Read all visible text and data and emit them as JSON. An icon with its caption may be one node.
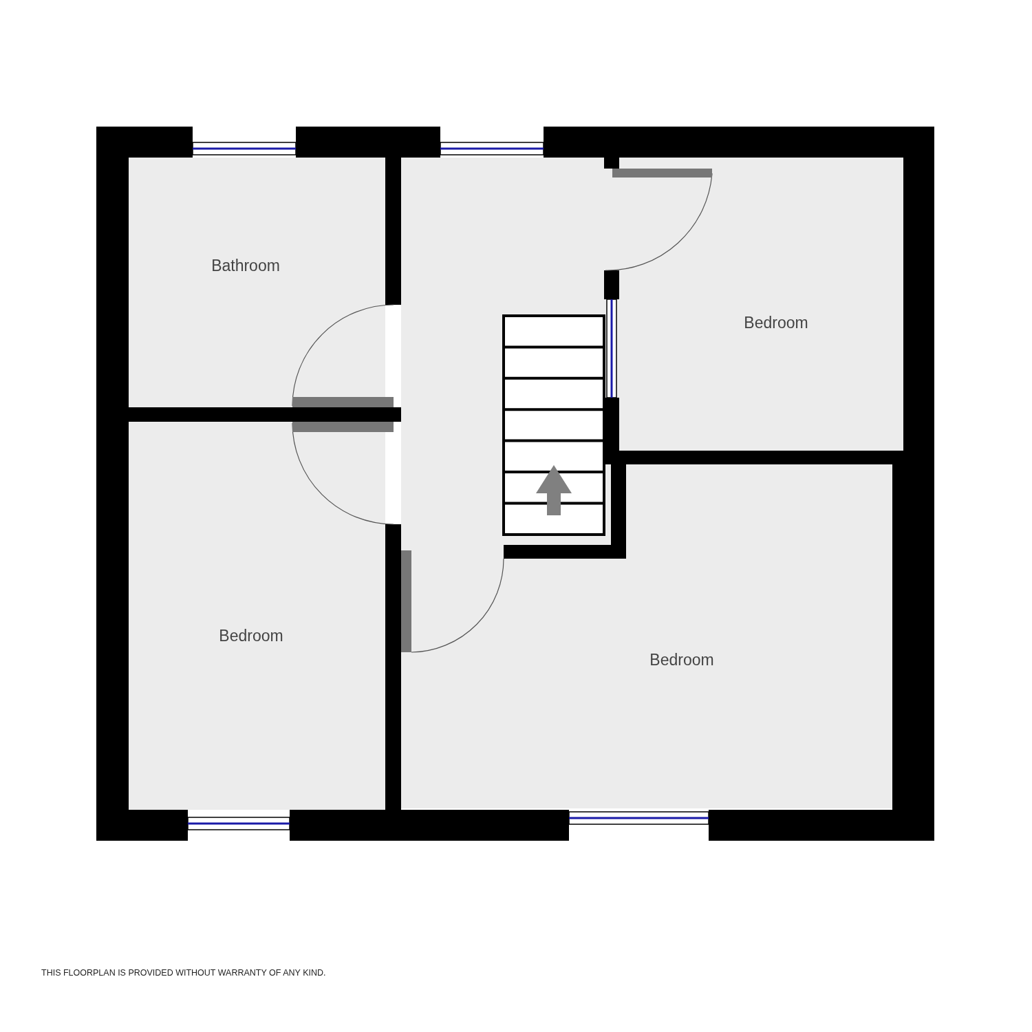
{
  "diagram": {
    "nodes": [
      {
        "text": [
          "Bathroom"
        ]
      },
      {
        "text": [
          "Bedroom"
        ]
      },
      {
        "text": [
          "Bedroom"
        ]
      },
      {
        "text": [
          "Bedroom"
        ]
      }
    ],
    "labels": [
      "THIS FLOORPLAN IS PROVIDED WITHOUT WARRANTY OF ANY KIND."
    ]
  }
}
